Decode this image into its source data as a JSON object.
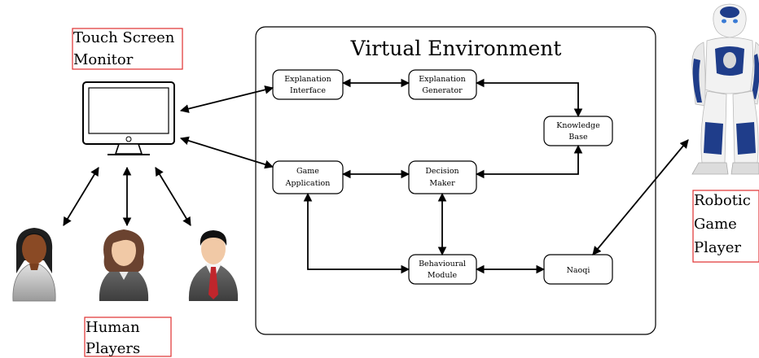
{
  "title": "Virtual Environment",
  "touch_screen_label": [
    "Touch Screen",
    "Monitor"
  ],
  "human_players_label": [
    "Human",
    "Players"
  ],
  "robot_label": [
    "Robotic",
    "Game",
    "Player"
  ],
  "nodes": {
    "explanation_interface": [
      "Explanation",
      "Interface"
    ],
    "explanation_generator": [
      "Explanation",
      "Generator"
    ],
    "knowledge_base": [
      "Knowledge",
      "Base"
    ],
    "game_application": [
      "Game",
      "Application"
    ],
    "decision_maker": [
      "Decision",
      "Maker"
    ],
    "behavioural_module": [
      "Behavioural",
      "Module"
    ],
    "naoqi": [
      "Naoqi"
    ]
  },
  "colors": {
    "label_box": "#e03030",
    "robot_body": "#f2f2f2",
    "robot_accent": "#1f3d8a",
    "skin_dark": "#8a4a25",
    "skin_light": "#f1c9a6"
  },
  "icons": [
    "monitor-icon",
    "robot-icon",
    "human-player-icon"
  ]
}
